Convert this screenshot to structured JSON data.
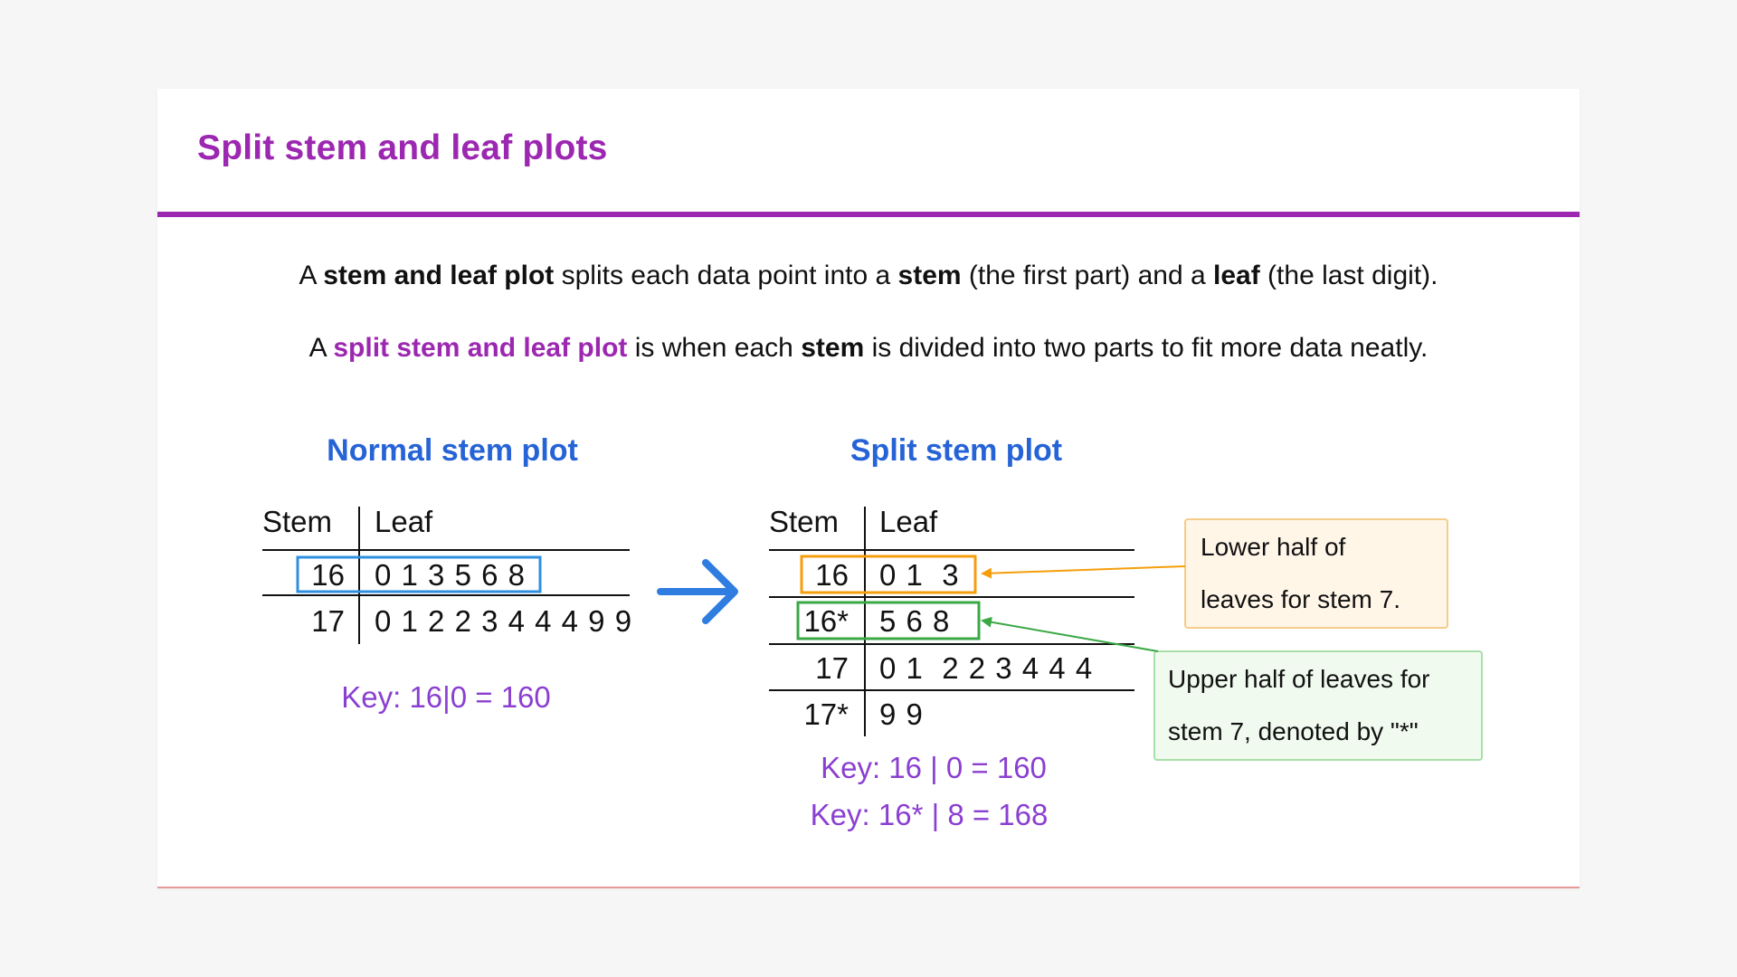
{
  "title": "Split stem and leaf plots",
  "intro": {
    "line1": {
      "a": "A ",
      "b": "stem and leaf plot",
      "c": " splits each data point into a ",
      "d": "stem",
      "e": " (the first part) and a ",
      "f": "leaf",
      "g": " (the last digit)."
    },
    "line2": {
      "a": "A ",
      "b": "split stem and leaf plot",
      "c": " is when each ",
      "d": "stem",
      "e": " is divided into two parts to fit more data neatly."
    }
  },
  "normal_plot": {
    "heading": "Normal stem plot",
    "stem_header": "Stem",
    "leaf_header": "Leaf",
    "rows": [
      {
        "stem": "16",
        "leaves": "0 1 3 5 6 8"
      },
      {
        "stem": "17",
        "leaves": "0 1 2 2 3 4 4 4 9 9"
      }
    ],
    "key": "Key: 16|0 = 160"
  },
  "split_plot": {
    "heading": "Split stem plot",
    "stem_header": "Stem",
    "leaf_header": "Leaf",
    "rows": [
      {
        "stem": "16",
        "leaves": "0 1  3"
      },
      {
        "stem": "16*",
        "leaves": "5 6 8"
      },
      {
        "stem": "17",
        "leaves": "0 1  2 2 3 4 4 4"
      },
      {
        "stem": "17*",
        "leaves": "9 9"
      }
    ],
    "key1": "Key: 16 | 0 = 160",
    "key2": "Key: 16* | 8 = 168"
  },
  "callouts": {
    "lower_line1": "Lower half of",
    "lower_line2": "leaves for stem 7.",
    "upper_line1": "Upper half of leaves for",
    "upper_line2": "stem 7, denoted by \"*\""
  },
  "colors": {
    "title": "#9c27b0",
    "heading_blue": "#2563d6",
    "key_purple": "#8a3fd1",
    "highlight_blue": "#2e8fe0",
    "highlight_orange": "#f59e0b",
    "highlight_green": "#3aa845",
    "arrow_blue": "#2f7de1"
  }
}
